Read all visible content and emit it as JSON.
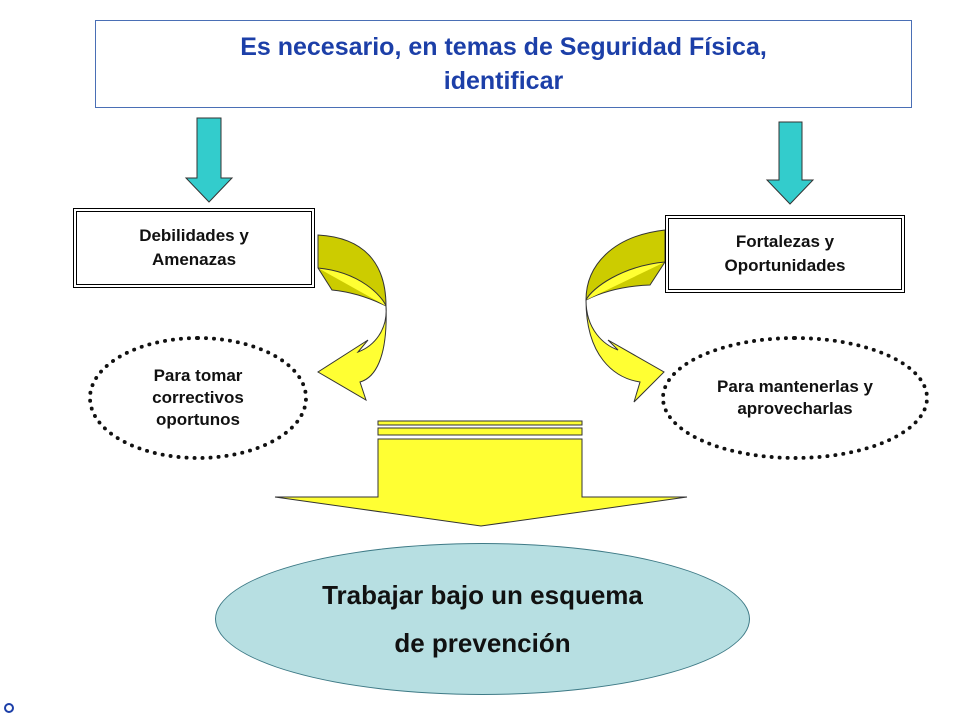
{
  "header": {
    "line1": "Es necesario, en temas de Seguridad Física,",
    "line2": "identificar"
  },
  "left": {
    "box_line1": "Debilidades y",
    "box_line2": "Amenazas",
    "oval_line1": "Para tomar",
    "oval_line2": "correctivos",
    "oval_line3": "oportunos"
  },
  "right": {
    "box_line1": "Fortalezas y",
    "box_line2": "Oportunidades",
    "oval_line1": "Para mantenerlas y",
    "oval_line2": "aprovecharlas"
  },
  "goal": {
    "line1": "Trabajar bajo un esquema",
    "line2": "de prevención"
  },
  "colors": {
    "title_text": "#1c3fa8",
    "teal_arrow": "#33cccc",
    "yellow_arrow": "#ffff33",
    "olive_arrow": "#cccc00",
    "goal_fill": "#b7dfe2"
  }
}
